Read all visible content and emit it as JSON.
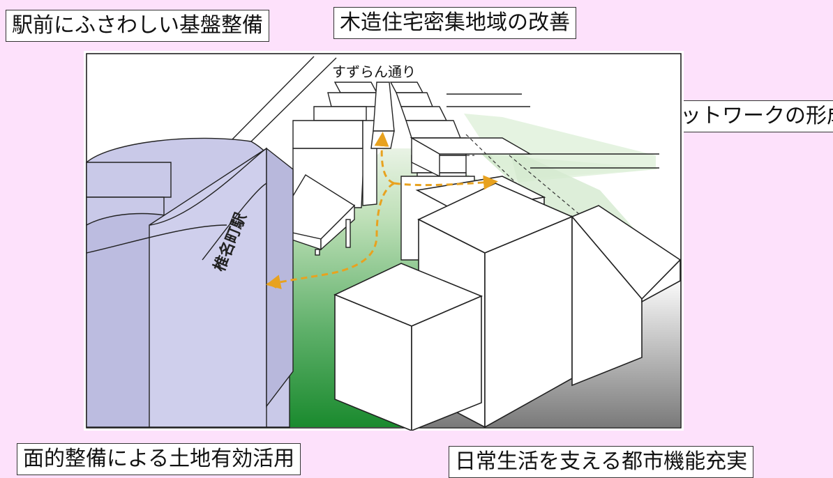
{
  "labels": {
    "station_infrastructure": "駅前にふさわしい基盤整備",
    "wooden_housing": "木造住宅密集地域の改善",
    "pedestrian_network": "歩行者ネットワークの形成",
    "land_use": "面的整備による土地有効活用",
    "urban_function": "日常生活を支える都市機能充実"
  },
  "illustration": {
    "street_name": "すずらん通り",
    "station_name": "椎名町駅"
  },
  "colors": {
    "background": "#fde1fb",
    "station": "#c9c9e8",
    "plaza_green": "#1f8a30",
    "route_arrow": "#e8a21f",
    "pavement_gray": "#8c8c8c"
  }
}
